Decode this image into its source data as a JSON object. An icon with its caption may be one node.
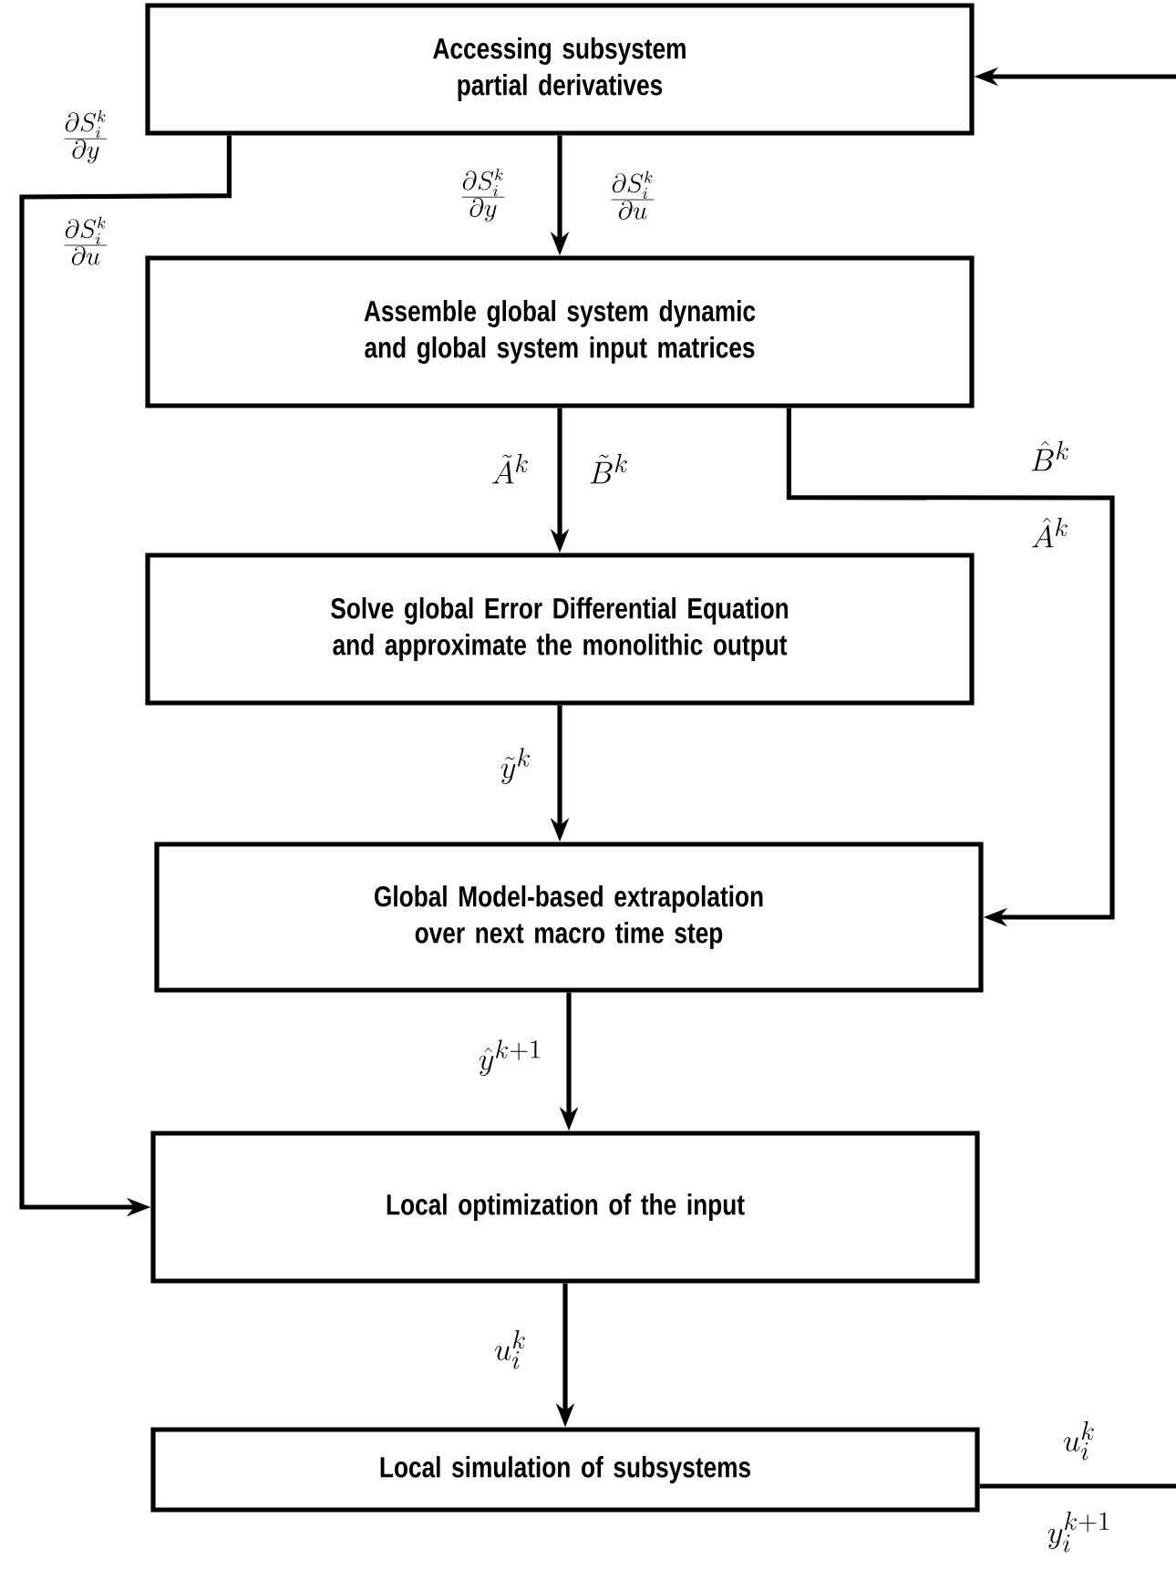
{
  "diagram": {
    "nodes": [
      {
        "text": [
          "Accessing subsystem partial derivatives"
        ]
      },
      {
        "text": [
          "Assemble global system dynamic and global system input matrices"
        ]
      },
      {
        "text": [
          "Solve global Error Differential Equation and approximate the monolithic output"
        ]
      },
      {
        "text": [
          "Global Model-based extrapolation over next macro time step"
        ]
      },
      {
        "text": [
          "Local optimization of the input"
        ]
      },
      {
        "text": [
          "Local simulation of subsystems"
        ]
      }
    ],
    "edges": [
      {
        "from": 0,
        "to": 1,
        "arrow": "to",
        "label": "\\frac{\\partial S_i^k}{\\partial y}"
      },
      {
        "from": 0,
        "to": 4,
        "arrow": "to",
        "label": "\\frac{\\partial S_i^k}{\\partial y}"
      },
      {
        "from": 1,
        "to": 2,
        "arrow": "to",
        "label": "\\tilde{A}^k"
      },
      {
        "from": 1,
        "to": 3,
        "arrow": "to",
        "label": "\\hat{B}^k"
      },
      {
        "from": 2,
        "to": 3,
        "arrow": "to",
        "label": "\\tilde{y}^k"
      },
      {
        "from": 3,
        "to": 4,
        "arrow": "to",
        "label": "\\hat{y}^{k+1}"
      },
      {
        "from": 4,
        "to": 5,
        "arrow": "to",
        "label": "u_i^k"
      },
      {
        "from": null,
        "to": 0,
        "arrow": "to"
      },
      {
        "from": 5,
        "to": null,
        "arrow": "none",
        "label": "u_i^k"
      }
    ],
    "labels": [
      "\\frac{\\partial S_i^k}{\\partial u}",
      "\\frac{\\partial S_i^k}{\\partial u}",
      "\\tilde{B}^k",
      "\\hat{A}^k",
      "y_i^{k+1}"
    ]
  }
}
